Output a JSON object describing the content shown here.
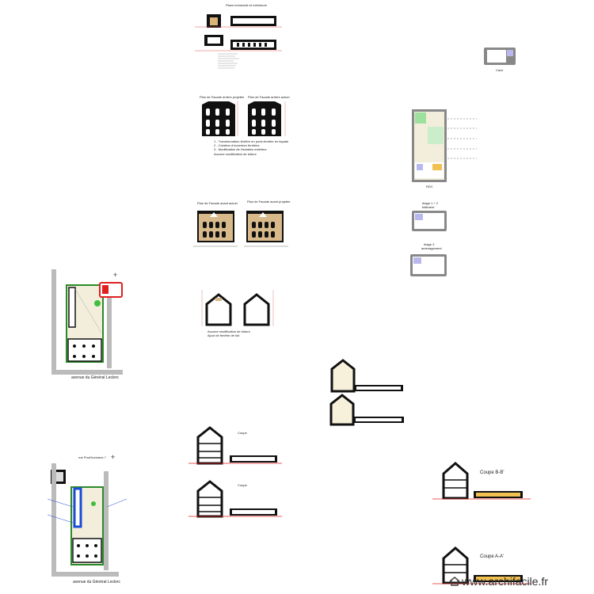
{
  "drawing": {
    "elevation_top_title": "Plans Immeuble et extérieure",
    "facade_before_title": "Plan de Facade arrière projetée",
    "facade_after_title": "Plan de Facade arrière actuel",
    "facade_notes": [
      "1 - Transformation fenêtre en porte-fenêtre en façade",
      "2 - Création d'ouverture fenêtres",
      "3 - Modification de l'isolation extérieur"
    ],
    "facade_note_footer": "Aucune modification de toiture",
    "front_actual_title": "Plan de Facade avant actuel",
    "front_projected_title": "Plan de Facade avant projetée",
    "gable_caption_lines": [
      "Aucune modification de toiture",
      "Ajout de fenêtre de toit"
    ],
    "site_plan_street": "avenue du Général Leclerc",
    "site_plan_street_2": "avenue du Général Leclerc",
    "north_label": "rue Prud'hommes ?",
    "cave_label": "Cave",
    "rdc_label": "RDC",
    "etage12_label": "étage 1 + 2",
    "etage12_sub": "bâtiment",
    "etage3_label": "étage 3",
    "etage3_sub": "aménagement",
    "coupe_bb_title": "Coupe B-B'",
    "coupe_aa_title": "Coupe A-A'",
    "section_left_title_1": "Coupe",
    "section_left_title_2": "Coupe",
    "watermark": "www.archifacile.fr"
  }
}
